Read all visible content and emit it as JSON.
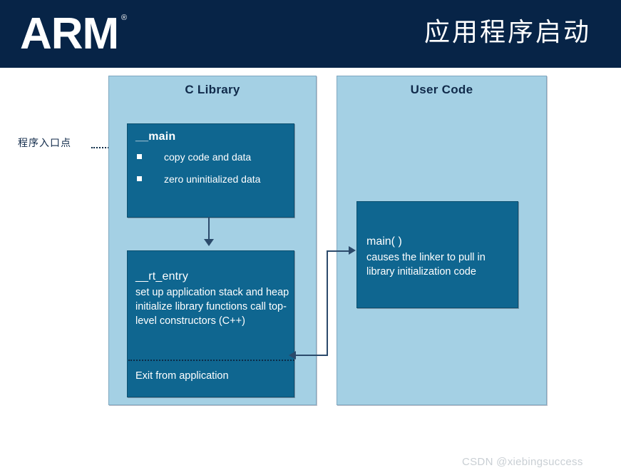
{
  "header": {
    "logo": "ARM",
    "logo_tm": "®",
    "title": "应用程序启动"
  },
  "annotation": {
    "entry_label": "程序入口点"
  },
  "panels": [
    {
      "id": "c-library",
      "title": "C Library",
      "boxes": [
        {
          "id": "main",
          "heading": "__main",
          "bullets": [
            "copy code and data",
            "zero uninitialized data"
          ]
        },
        {
          "id": "rt-entry",
          "heading": "__rt_entry",
          "body": "set up application stack and heap\ninitialize library functions\ncall top-level constructors (C++)",
          "footer": "Exit from application"
        }
      ]
    },
    {
      "id": "user-code",
      "title": "User Code",
      "boxes": [
        {
          "id": "user-main",
          "heading": "main( )",
          "body": "causes the linker to pull in library initialization code"
        }
      ]
    }
  ],
  "watermark": "CSDN @xiebingsuccess",
  "colors": {
    "header_bg": "#072447",
    "panel_bg": "#a4d0e4",
    "panel_border": "#7fa8c0",
    "box_bg": "#0f6690",
    "box_border": "#0b4f6f",
    "title_text": "#102a4a",
    "box_text": "#ffffff",
    "arrow": "#2b4a6b",
    "watermark_text": "#c9cfd4"
  }
}
